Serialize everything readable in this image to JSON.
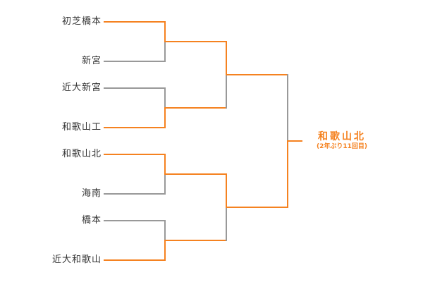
{
  "teams": [
    "初芝橋本",
    "新宮",
    "近大新宮",
    "和歌山工",
    "和歌山北",
    "海南",
    "橋本",
    "近大和歌山"
  ],
  "round1_winners": [
    0,
    1,
    0,
    1
  ],
  "round2_winners": [
    0,
    0
  ],
  "final_winner": 1,
  "champion": {
    "name": "和歌山北",
    "note": "(2年ぶり11回目)"
  },
  "colors": {
    "win": "#f58220",
    "lose": "#999999"
  }
}
